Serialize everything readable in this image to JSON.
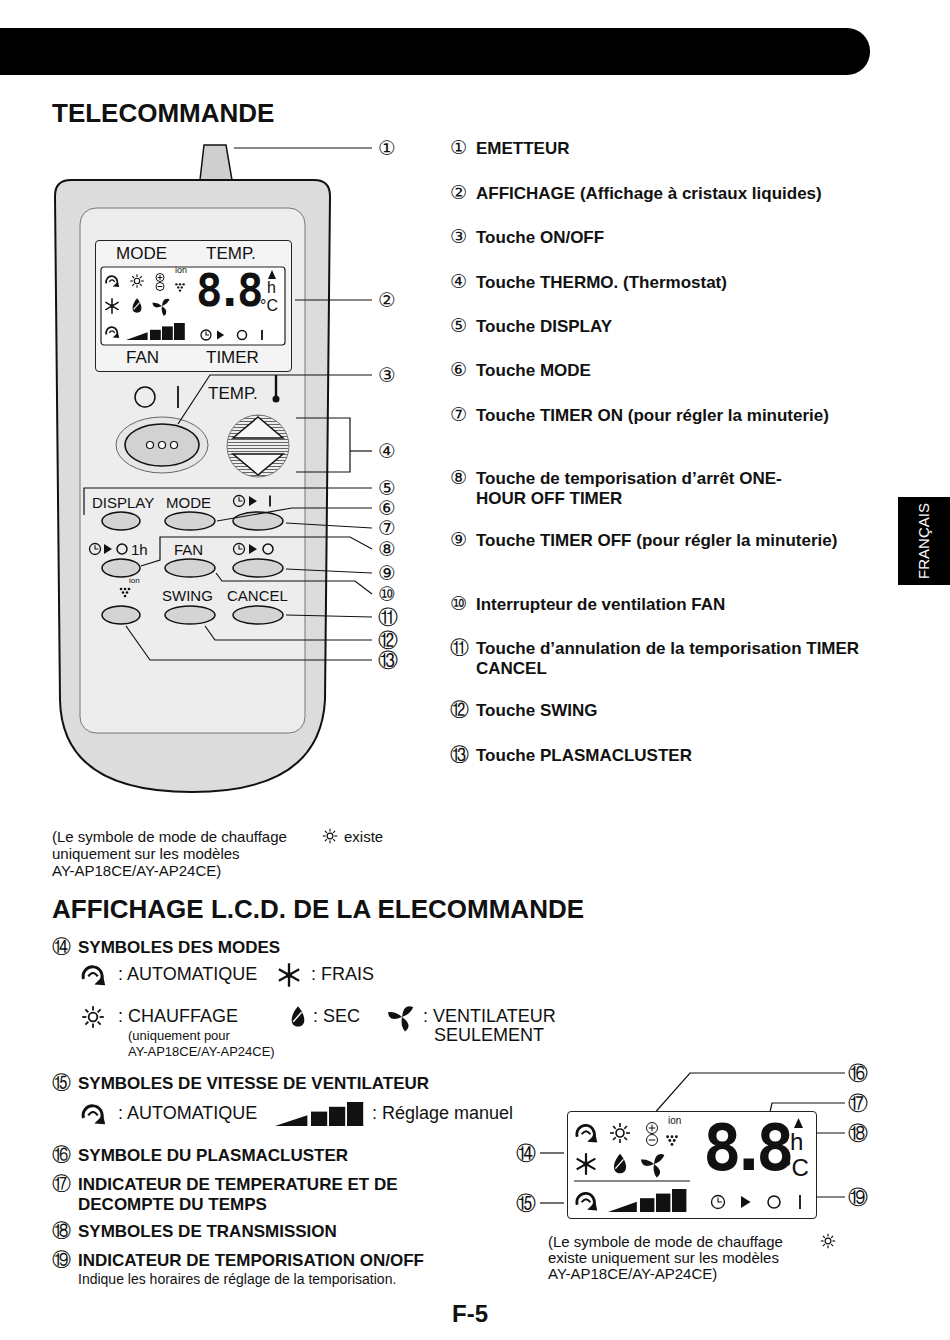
{
  "diagram": {
    "title": "TELECOMMANDE",
    "nodes": [
      {
        "text": [
          "MODE",
          "TEMP.",
          "ion",
          "8.8",
          "h",
          "°C",
          "FAN",
          "TIMER"
        ]
      },
      {
        "text": [
          "FRANÇAIS"
        ]
      },
      {
        "text": [
          "ion",
          "8.8",
          "h",
          "°C"
        ]
      }
    ],
    "labels": [
      "①",
      "②",
      "③",
      "④",
      "⑤",
      "⑥",
      "⑦",
      "⑧",
      "⑨",
      "⑩",
      "⑪",
      "⑫",
      "⑬",
      "①",
      "EMETTEUR",
      "②",
      "AFFICHAGE (Affichage à cristaux liquides)",
      "③",
      "Touche ON/OFF",
      "④",
      "Touche THERMO. (Thermostat)",
      "⑤",
      "Touche DISPLAY",
      "⑥",
      "Touche MODE",
      "⑦",
      "Touche TIMER ON (pour régler la minuterie)",
      "⑧",
      "Touche de temporisation d’arrêt ONE-HOUR OFF TIMER",
      "⑨",
      "Touche TIMER OFF (pour régler la minuterie)",
      "⑩",
      "Interrupteur de ventilation FAN",
      "⑪",
      "Touche d’annulation de la temporisation TIMER CANCEL",
      "⑫",
      "Touche SWING",
      "⑬",
      "Touche PLASMACLUSTER",
      "TEMP.",
      "DISPLAY",
      "MODE",
      "1h",
      "FAN",
      "SWING",
      "CANCEL",
      "ion",
      "(Le symbole de mode de chauffage",
      "existe",
      "uniquement sur les modèles",
      "AY-AP18CE/AY-AP24CE)",
      "AFFICHAGE L.C.D. DE LA ELECOMMANDE",
      "⑭",
      "SYMBOLES DES MODES",
      ": AUTOMATIQUE",
      ": FRAIS",
      ": CHAUFFAGE",
      "(uniquement pour",
      "AY-AP18CE/AY-AP24CE)",
      ": SEC",
      ": VENTILATEUR",
      "SEULEMENT",
      "⑮",
      "SYMBOLES DE VITESSE DE VENTILATEUR",
      ": AUTOMATIQUE",
      ": Réglage manuel",
      "⑯",
      "SYMBOLE DU PLASMACLUSTER",
      "⑰",
      "INDICATEUR DE TEMPERATURE ET DE DECOMPTE DU TEMPS",
      "⑱",
      "SYMBOLES DE TRANSMISSION",
      "⑲",
      "INDICATEUR DE TEMPORISATION ON/OFF",
      "Indique les horaires de réglage de la temporisation.",
      "⑯",
      "⑰",
      "⑱",
      "⑭",
      "⑮",
      "⑲",
      "(Le symbole de mode de chauffage",
      "existe uniquement sur les modèles",
      "AY-AP18CE/AY-AP24CE)",
      "F-5"
    ]
  }
}
